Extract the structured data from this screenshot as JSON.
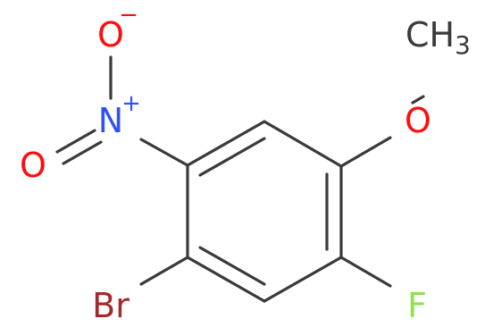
{
  "colors": {
    "bond": "#3a3a3a",
    "oxygen": "#ff0d0d",
    "nitrogen": "#3050f8",
    "bromine": "#a62929",
    "fluorine": "#90e050",
    "carbon": "#3a3a3a"
  },
  "atoms": {
    "nitro_oxygen_top": {
      "symbol": "O",
      "charge": "−"
    },
    "nitro_oxygen_left": {
      "symbol": "O"
    },
    "nitro_nitrogen": {
      "symbol": "N",
      "charge": "+"
    },
    "methoxy_oxygen": {
      "symbol": "O"
    },
    "methyl": {
      "symbol": "CH",
      "subscript": "3"
    },
    "bromine": {
      "symbol": "Br"
    },
    "fluorine": {
      "symbol": "F"
    }
  }
}
